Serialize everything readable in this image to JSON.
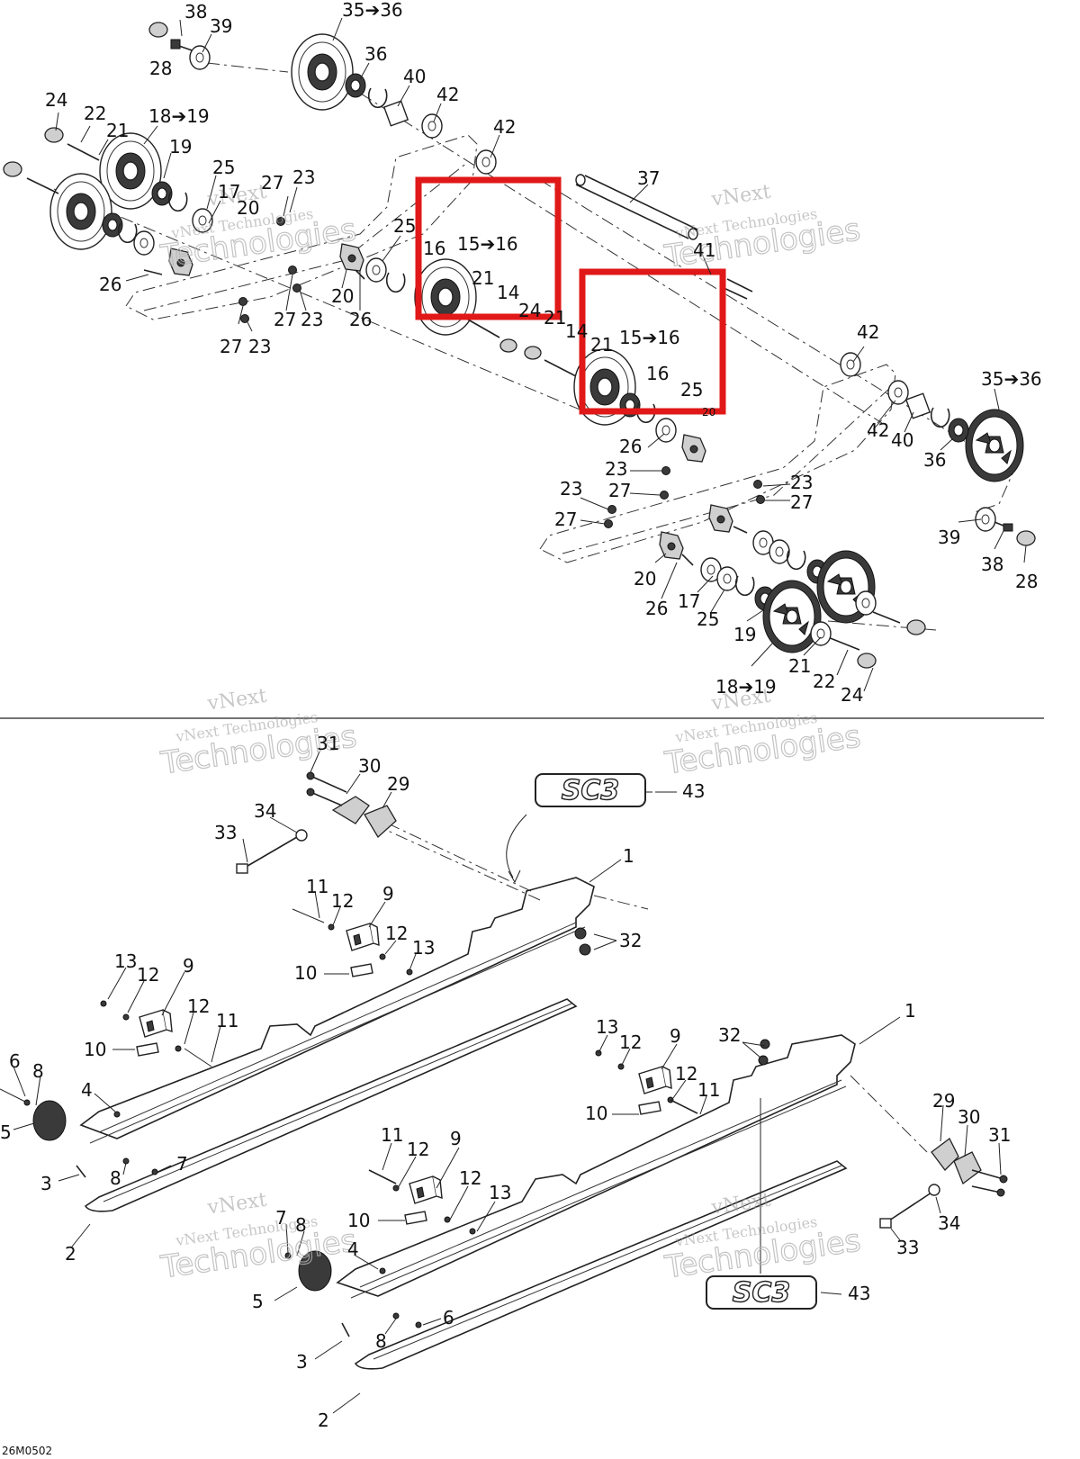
{
  "figure_code": "26M0502",
  "labels": {
    "l35_36_top": "35➔36",
    "l38_top": "38",
    "l39_top": "39",
    "l28_top": "28",
    "l36_top": "36",
    "l40_top": "40",
    "l42_top_a": "42",
    "l42_top_b": "42",
    "l24_tl": "24",
    "l22_tl": "22",
    "l21_tl": "21",
    "l18_19_tl": "18➔19",
    "l19_tl": "19",
    "l25_tl": "25",
    "l17_tl": "17",
    "l20_tl": "20",
    "l27_tl": "27",
    "l23_tl": "23",
    "l26_tl": "26",
    "l27_tl_b": "27",
    "l23_tl_b": "23",
    "l27_tl_c": "27",
    "l23_tl_c": "23",
    "l20_mid": "20",
    "l26_mid": "26",
    "l25_mid": "25",
    "l16_box1": "16",
    "l15_16_box1": "15➔16",
    "l21_box1": "21",
    "l14_box1": "14",
    "l24_mid": "24",
    "l21_mid": "21",
    "l14_mid": "14",
    "l37": "37",
    "l41": "41",
    "l21_box2": "21",
    "l15_16_box2": "15➔16",
    "l16_box2": "16",
    "l25_box2": "25",
    "l20_box2": "20",
    "l42_right": "42",
    "l35_36_right": "35➔36",
    "l42_right_b": "42",
    "l40_right": "40",
    "l36_right": "36",
    "l26_right": "26",
    "l23_right_a": "23",
    "l23_right_b": "23",
    "l27_right_a": "27",
    "l23_right_c": "23",
    "l27_right_b": "27",
    "l27_right_c": "27",
    "l39_right": "39",
    "l38_right": "38",
    "l28_right": "28",
    "l20_br": "20",
    "l26_br": "26",
    "l17_br": "17",
    "l25_br": "25",
    "l19_br": "19",
    "l21_br": "21",
    "l22_br": "22",
    "l24_br": "24",
    "l18_19_br": "18➔19",
    "b31_top": "31",
    "b30_top": "30",
    "b29_top": "29",
    "b34_top": "34",
    "b33_top": "33",
    "b43_top": "43",
    "b1_top": "1",
    "b32_top": "32",
    "b11_a": "11",
    "b12_a": "12",
    "b9_a": "9",
    "b12_a2": "12",
    "b13_a": "13",
    "b10_a": "10",
    "b13_b": "13",
    "b12_b": "12",
    "b9_b": "9",
    "b12_b2": "12",
    "b11_b": "11",
    "b10_b": "10",
    "b6_left": "6",
    "b8_left": "8",
    "b4_left": "4",
    "b5_left": "5",
    "b3_left": "3",
    "b8_left2": "8",
    "b7_left": "7",
    "b2_left": "2",
    "b1_right": "1",
    "b13_c": "13",
    "b12_c": "12",
    "b9_c": "9",
    "b32_right": "32",
    "b12_c2": "12",
    "b11_c": "11",
    "b10_c": "10",
    "b29_right": "29",
    "b30_right": "30",
    "b31_right": "31",
    "b11_d": "11",
    "b12_d": "12",
    "b9_d": "9",
    "b12_d2": "12",
    "b13_d": "13",
    "b10_d": "10",
    "b7_mid": "7",
    "b8_mid": "8",
    "b4_mid": "4",
    "b5_mid": "5",
    "b6_mid": "6",
    "b3_mid": "3",
    "b8_mid2": "8",
    "b2_mid": "2",
    "b34_right": "34",
    "b33_right": "33",
    "b43_bottom": "43"
  },
  "watermarks": {
    "line1": "vNext",
    "line2": "vNext Technologies",
    "line3": "Technologies"
  },
  "logo_text": "SC3",
  "colors": {
    "highlight": "#e01818",
    "ink": "#222222",
    "watermark": "#9a9a9a"
  }
}
